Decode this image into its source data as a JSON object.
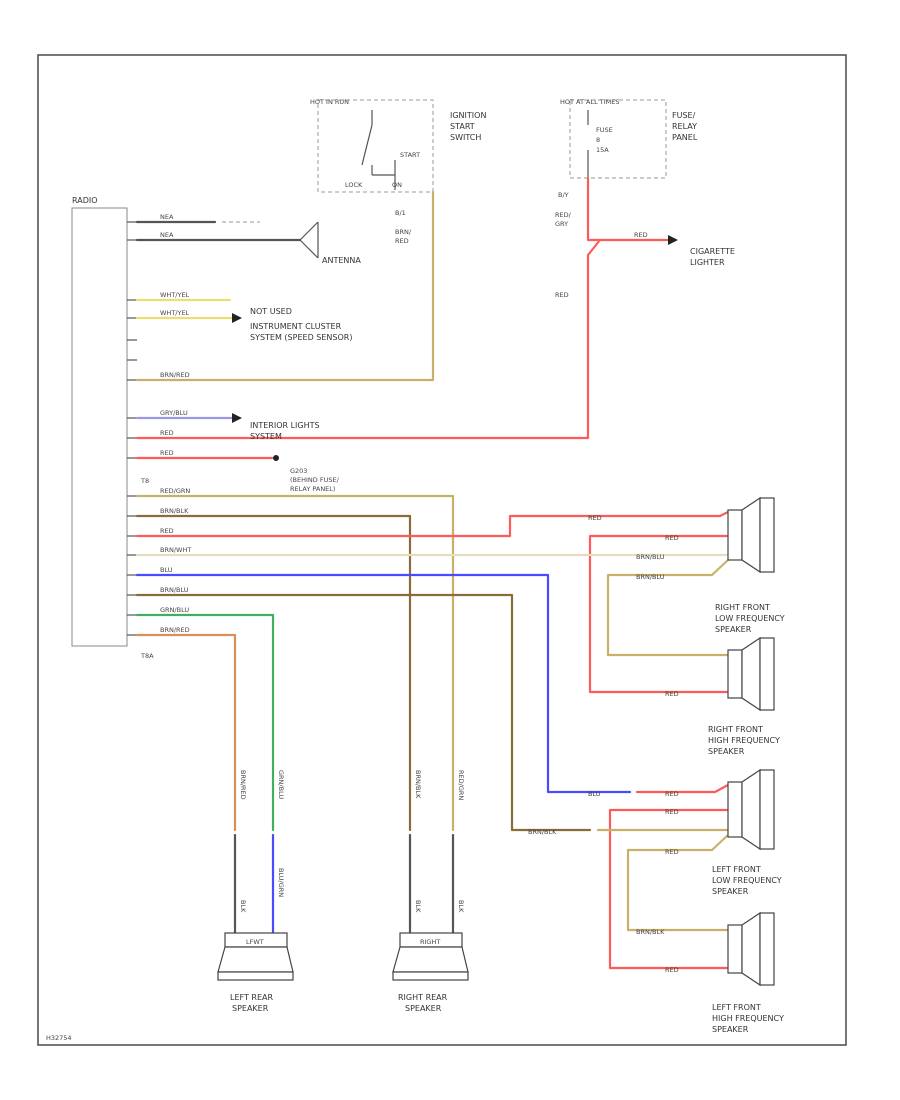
{
  "labels": {
    "radio": "RADIO",
    "antenna": "ANTENNA",
    "hot_in_run": "HOT IN RUN",
    "ignition_switch": "IGNITION\nSTART\nSWITCH",
    "lock": "LOCK",
    "on": "ON",
    "start": "START",
    "hot_at_all_times": "HOT AT ALL TIMES",
    "fuse": "FUSE\n8\n15A",
    "fuse_panel": "FUSE/\nRELAY\nPANEL",
    "cigarette_lighter": "CIGARETTE\nLIGHTER",
    "not_used": "NOT USED",
    "instrument_cluster": "INSTRUMENT CLUSTER\nSYSTEM (SPEED SENSOR)",
    "interior_lights": "INTERIOR LIGHTS\nSYSTEM",
    "ground": "G203\n(BEHIND FUSE/\nRELAY PANEL)",
    "t8": "T8",
    "t8a": "T8A",
    "rf_low": "RIGHT FRONT\nLOW FREQUENCY\nSPEAKER",
    "rf_high": "RIGHT FRONT\nHIGH FREQUENCY\nSPEAKER",
    "lf_low": "LEFT FRONT\nLOW FREQUENCY\nSPEAKER",
    "lf_high": "LEFT FRONT\nHIGH FREQUENCY\nSPEAKER",
    "left_rear": "LEFT REAR\nSPEAKER",
    "right_rear": "RIGHT REAR\nSPEAKER",
    "footer": "H32754"
  },
  "wire_labels": {
    "ant1": "NEA",
    "ant2": "NEA",
    "wht_yel1": "WHT/YEL",
    "wht_yel2": "WHT/YEL",
    "brn_red": "BRN/RED",
    "gry_blu": "GRY/BLU",
    "red1": "RED",
    "red2": "RED",
    "red_grn": "RED/GRN",
    "brn_blk": "BRN/BLK",
    "red3": "RED",
    "brn_wht": "BRN/WHT",
    "blu": "BLU",
    "brn_blu": "BRN/BLU",
    "grn_blu": "GRN/BLU",
    "brn_red2": "BRN/RED",
    "ign": "B/1",
    "ign_color": "BRN/\nRED",
    "fuse_out": "B/Y",
    "fuse_color": "RED/\nGRY",
    "lighter_wire": "RED",
    "red_vert": "RED",
    "rf_red_top": "RED",
    "rf_red": "RED",
    "rf_brn": "BRN/BLU",
    "rf_brn2": "BRN/BLU",
    "rf_red2": "RED",
    "lf_blu": "BLU",
    "lf_red": "RED",
    "lf_red2": "RED",
    "lf_brnblk": "BRN/BLK",
    "lf_brnblk2": "BRN/BLK",
    "lf_red3": "RED",
    "lf_red4": "RED",
    "lr_a": "BRN/RED",
    "lr_b": "GRN/BLU",
    "lr_c": "BLK",
    "lr_d": "BLU/GRN",
    "rr_a": "BRN/BLK",
    "rr_b": "RED/GRN",
    "rr_c": "BLK",
    "rr_d": "BLK",
    "spk_lr": "LFWT",
    "spk_rr": "RIGHT"
  },
  "colors": {
    "red": "#ff5a5a",
    "tan": "#c8b06a",
    "brown": "#8c6b3a",
    "blue": "#4a4aff",
    "lblue": "#9a9ae8",
    "yellow": "#e8e070",
    "orange": "#d8905a",
    "green": "#40b060",
    "gray": "#b8b8a8",
    "dark": "#555555"
  }
}
